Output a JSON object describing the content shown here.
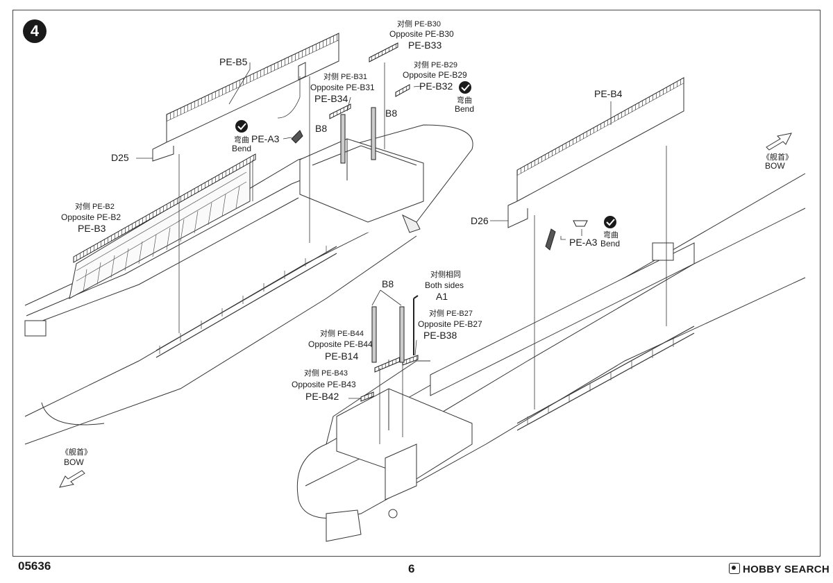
{
  "step_number": "4",
  "footer": {
    "product_code": "05636",
    "page_number": "6",
    "watermark": "HOBBY SEARCH"
  },
  "labels": {
    "pe_b5": "PE-B5",
    "d25": "D25",
    "pe_a3_left": "PE-A3",
    "bend_cn_left": "弯曲",
    "bend_en_left": "Bend",
    "opp_b2_cn": "对侧 PE-B2",
    "opp_b2_en": "Opposite PE-B2",
    "pe_b3": "PE-B3",
    "opp_b31_cn": "对侧 PE-B31",
    "opp_b31_en": "Opposite PE-B31",
    "pe_b34": "PE-B34",
    "b8_a": "B8",
    "b8_b": "B8",
    "opp_b30_cn": "对侧 PE-B30",
    "opp_b30_en": "Opposite PE-B30",
    "pe_b33": "PE-B33",
    "opp_b29_cn": "对侧 PE-B29",
    "opp_b29_en": "Opposite PE-B29",
    "pe_b32": "PE-B32",
    "bend_cn_top": "弯曲",
    "bend_en_top": "Bend",
    "pe_b4": "PE-B4",
    "bow_cn_right": "《舰首》",
    "bow_en_right": "BOW",
    "d26": "D26",
    "pe_a3_right": "PE-A3",
    "bend_cn_right": "弯曲",
    "bend_en_right": "Bend",
    "bow_cn_left": "《舰首》",
    "bow_en_left": "BOW",
    "b8_pair": "B8",
    "both_sides_cn": "对侧相同",
    "both_sides_en": "Both sides",
    "a1": "A1",
    "opp_b27_cn": "对侧 PE-B27",
    "opp_b27_en": "Opposite PE-B27",
    "pe_b38": "PE-B38",
    "opp_b44_cn": "对侧 PE-B44",
    "opp_b44_en": "Opposite PE-B44",
    "pe_b14": "PE-B14",
    "opp_b43_cn": "对侧 PE-B43",
    "opp_b43_en": "Opposite PE-B43",
    "pe_b42": "PE-B42"
  }
}
